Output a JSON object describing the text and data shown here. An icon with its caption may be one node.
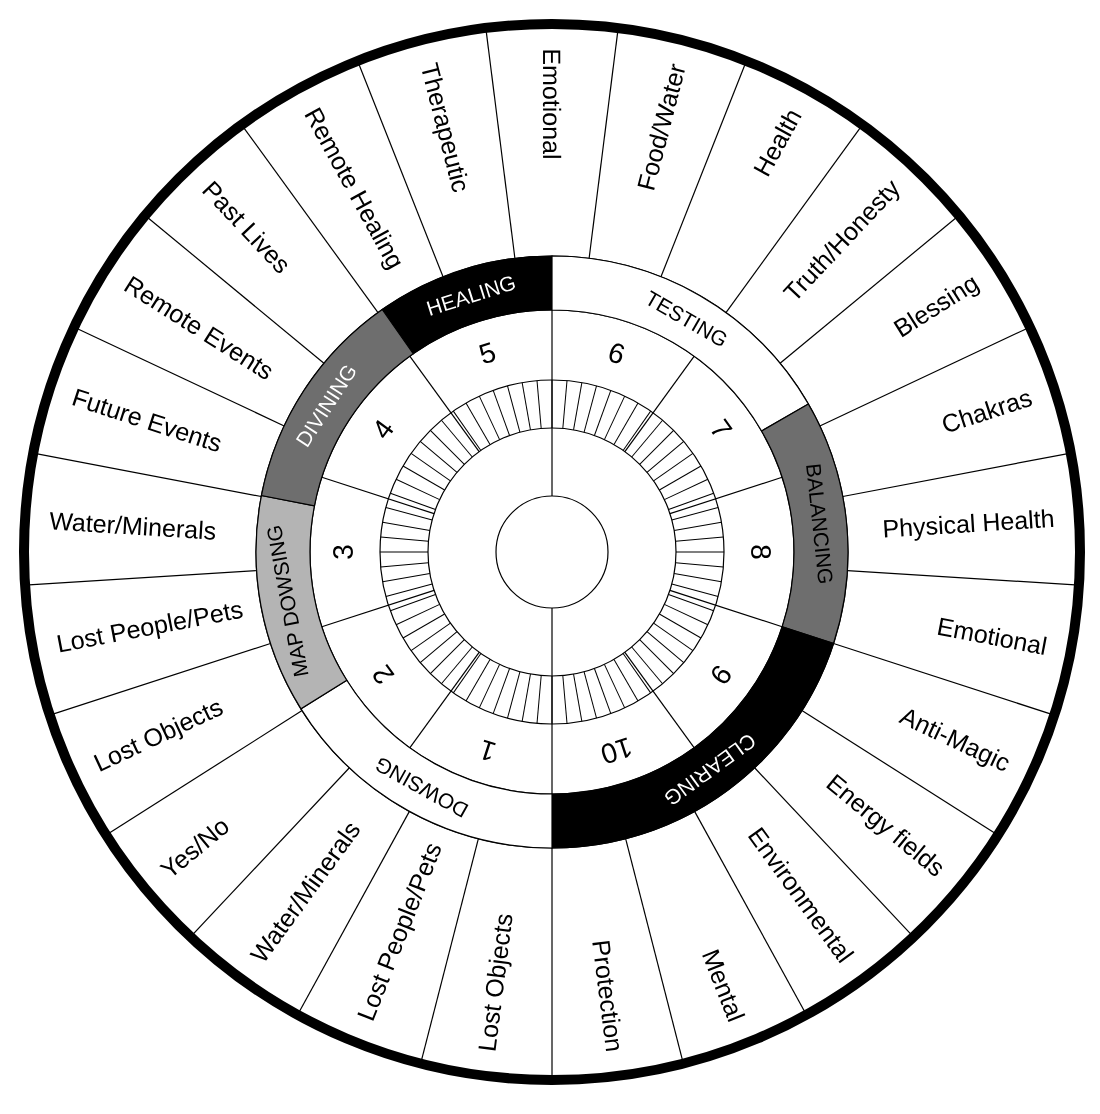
{
  "diagram": {
    "nodes": [
      {
        "text": [
          "HEALING"
        ]
      },
      {
        "text": [
          "TESTING"
        ]
      },
      {
        "text": [
          "BALANCING"
        ]
      },
      {
        "text": [
          "CLEARING"
        ]
      },
      {
        "text": [
          "DOWSING"
        ]
      },
      {
        "text": [
          "MAP DOWSING"
        ]
      },
      {
        "text": [
          "DIVINING"
        ]
      },
      {
        "text": [
          "1"
        ]
      },
      {
        "text": [
          "2"
        ]
      },
      {
        "text": [
          "3"
        ]
      },
      {
        "text": [
          "4"
        ]
      },
      {
        "text": [
          "5"
        ]
      },
      {
        "text": [
          "6"
        ]
      },
      {
        "text": [
          "7"
        ]
      },
      {
        "text": [
          "8"
        ]
      },
      {
        "text": [
          "9"
        ]
      },
      {
        "text": [
          "10"
        ]
      },
      {
        "text": [
          "Emotional"
        ]
      },
      {
        "text": [
          "Food/Water"
        ]
      },
      {
        "text": [
          "Health"
        ]
      },
      {
        "text": [
          "Truth/Honesty"
        ]
      },
      {
        "text": [
          "Blessing"
        ]
      },
      {
        "text": [
          "Chakras"
        ]
      },
      {
        "text": [
          "Physical Health"
        ]
      },
      {
        "text": [
          "Emotional"
        ]
      },
      {
        "text": [
          "Anti-Magic"
        ]
      },
      {
        "text": [
          "Energy fields"
        ]
      },
      {
        "text": [
          "Environmental"
        ]
      },
      {
        "text": [
          "Mental"
        ]
      },
      {
        "text": [
          "Protection"
        ]
      },
      {
        "text": [
          "Lost Objects"
        ]
      },
      {
        "text": [
          "Lost People/Pets"
        ]
      },
      {
        "text": [
          "Water/Minerals"
        ]
      },
      {
        "text": [
          "Yes/No"
        ]
      },
      {
        "text": [
          "Lost Objects"
        ]
      },
      {
        "text": [
          "Lost People/Pets"
        ]
      },
      {
        "text": [
          "Water/Minerals"
        ]
      },
      {
        "text": [
          "Future Events"
        ]
      },
      {
        "text": [
          "Remote Events"
        ]
      },
      {
        "text": [
          "Past Lives"
        ]
      },
      {
        "text": [
          "Remote Healing"
        ]
      },
      {
        "text": [
          "Therapeutic"
        ]
      }
    ]
  }
}
